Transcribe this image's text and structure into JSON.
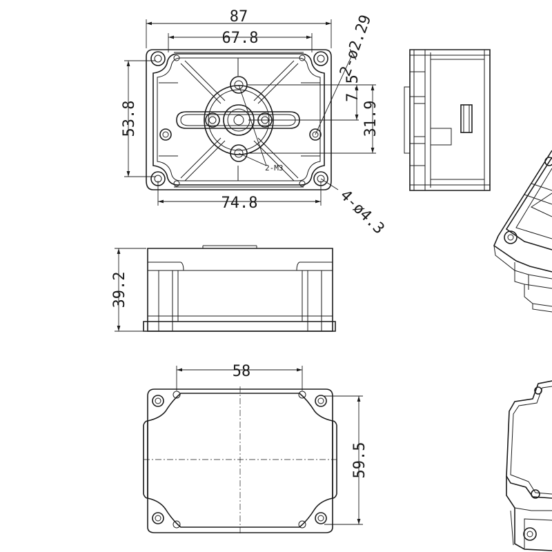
{
  "top_view": {
    "dim_overall_width": "87",
    "dim_inner_width": "67.8",
    "dim_hole_spacing": "74.8",
    "dim_height": "53.8",
    "dim_small_hole": "2-ø2.29",
    "dim_offset": "7.5",
    "dim_boss_spacing": "31.9",
    "dim_mount_holes": "4-ø4.3",
    "dim_thread": "2-M3"
  },
  "side_view": {
    "dim_height": "39.2"
  },
  "bottom_view": {
    "dim_width": "58",
    "dim_height": "59.5"
  }
}
